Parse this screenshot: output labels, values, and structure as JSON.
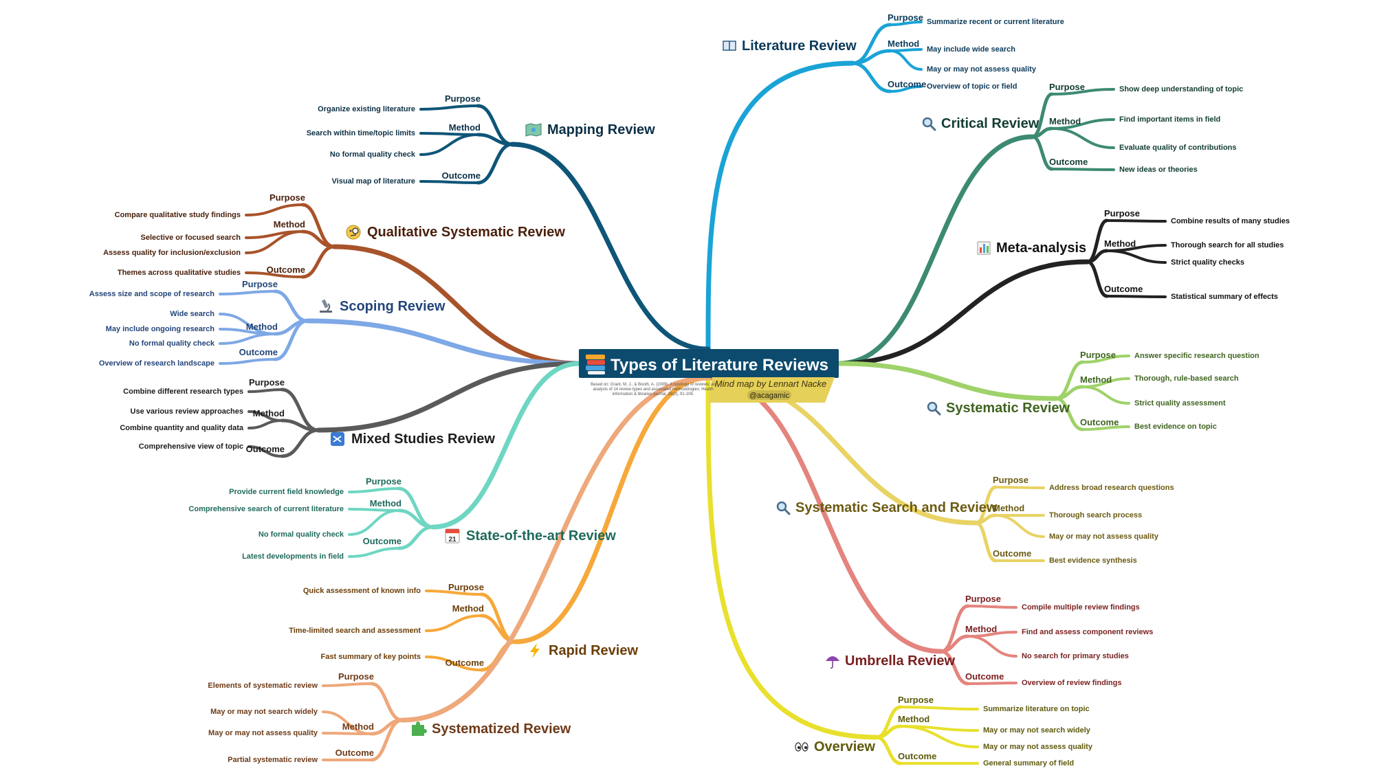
{
  "central": {
    "title": "Types of Literature Reviews",
    "icon": "books-icon",
    "credit": "Mind map by Lennart Nacke",
    "handle": "@acagamic",
    "citation": [
      "Based on: Grant, M. J., & Booth, A. (2009). A typology of reviews: an",
      "analysis of 14 review types and associated methodologies. Health",
      "information & libraries journal, 26(2), 91-108."
    ]
  },
  "colors": {
    "central_bg": "#0c4a6e",
    "credit_bg": "#e5d05a"
  },
  "branches": [
    {
      "name": "Literature Review",
      "icon": "book-icon",
      "color": "#1aa3d6",
      "text_color": "#0b3a5a",
      "groups": [
        {
          "label": "Purpose",
          "leaves": [
            "Summarize recent or current literature"
          ]
        },
        {
          "label": "Method",
          "leaves": [
            "May include wide search",
            "May or may not assess quality"
          ]
        },
        {
          "label": "Outcome",
          "leaves": [
            "Overview of topic or field"
          ]
        }
      ]
    },
    {
      "name": "Critical Review",
      "icon": "magnifier-icon",
      "color": "#3d8a73",
      "text_color": "#123d33",
      "groups": [
        {
          "label": "Purpose",
          "leaves": [
            "Show deep understanding of topic"
          ]
        },
        {
          "label": "Method",
          "leaves": [
            "Find important items in field",
            "Evaluate quality of contributions"
          ]
        },
        {
          "label": "Outcome",
          "leaves": [
            "New ideas or theories"
          ]
        }
      ]
    },
    {
      "name": "Meta-analysis",
      "icon": "bar-chart-icon",
      "color": "#222222",
      "text_color": "#111111",
      "groups": [
        {
          "label": "Purpose",
          "leaves": [
            "Combine results of many studies"
          ]
        },
        {
          "label": "Method",
          "leaves": [
            "Thorough search for all studies",
            "Strict quality checks"
          ]
        },
        {
          "label": "Outcome",
          "leaves": [
            "Statistical summary of effects"
          ]
        }
      ]
    },
    {
      "name": "Systematic Review",
      "icon": "magnifier-icon",
      "color": "#9fd26a",
      "text_color": "#3f6420",
      "groups": [
        {
          "label": "Purpose",
          "leaves": [
            "Answer specific research question"
          ]
        },
        {
          "label": "Method",
          "leaves": [
            "Thorough, rule-based search",
            "Strict quality assessment"
          ]
        },
        {
          "label": "Outcome",
          "leaves": [
            "Best evidence on topic"
          ]
        }
      ]
    },
    {
      "name": "Systematic Search and Review",
      "icon": "magnifier-icon",
      "color": "#e8d364",
      "text_color": "#6b5a12",
      "groups": [
        {
          "label": "Purpose",
          "leaves": [
            "Address broad research questions"
          ]
        },
        {
          "label": "Method",
          "leaves": [
            "Thorough search process",
            "May or may not assess quality"
          ]
        },
        {
          "label": "Outcome",
          "leaves": [
            "Best evidence synthesis"
          ]
        }
      ]
    },
    {
      "name": "Umbrella Review",
      "icon": "umbrella-icon",
      "color": "#e4847e",
      "text_color": "#7a1f1f",
      "groups": [
        {
          "label": "Purpose",
          "leaves": [
            "Compile multiple review findings"
          ]
        },
        {
          "label": "Method",
          "leaves": [
            "Find and assess component reviews",
            "No search for primary studies"
          ]
        },
        {
          "label": "Outcome",
          "leaves": [
            "Overview of review findings"
          ]
        }
      ]
    },
    {
      "name": "Overview",
      "icon": "eyes-icon",
      "color": "#e8e02c",
      "text_color": "#5e5a0c",
      "groups": [
        {
          "label": "Purpose",
          "leaves": [
            "Summarize literature on topic"
          ]
        },
        {
          "label": "Method",
          "leaves": [
            "May or may not search widely",
            "May or may not assess quality"
          ]
        },
        {
          "label": "Outcome",
          "leaves": [
            "General summary of field"
          ]
        }
      ]
    },
    {
      "name": "Mapping Review",
      "icon": "map-icon",
      "color": "#0e5578",
      "text_color": "#0b2f45",
      "groups": [
        {
          "label": "Purpose",
          "leaves": [
            "Organize existing literature"
          ]
        },
        {
          "label": "Method",
          "leaves": [
            "Search within time/topic limits",
            "No formal quality check"
          ]
        },
        {
          "label": "Outcome",
          "leaves": [
            "Visual map of literature"
          ]
        }
      ]
    },
    {
      "name": "Qualitative Systematic Review",
      "icon": "monocle-face-icon",
      "color": "#a8532a",
      "text_color": "#4a200c",
      "groups": [
        {
          "label": "Purpose",
          "leaves": [
            "Compare qualitative study findings"
          ]
        },
        {
          "label": "Method",
          "leaves": [
            "Selective or focused search",
            "Assess quality for inclusion/exclusion"
          ]
        },
        {
          "label": "Outcome",
          "leaves": [
            "Themes across qualitative studies"
          ]
        }
      ]
    },
    {
      "name": "Scoping Review",
      "icon": "microscope-icon",
      "color": "#7ea8e6",
      "text_color": "#23457a",
      "groups": [
        {
          "label": "Purpose",
          "leaves": [
            "Assess size and scope of research"
          ]
        },
        {
          "label": "Method",
          "leaves": [
            "Wide search",
            "May include ongoing research",
            "No formal quality check"
          ]
        },
        {
          "label": "Outcome",
          "leaves": [
            "Overview of research landscape"
          ]
        }
      ]
    },
    {
      "name": "Mixed Studies Review",
      "icon": "shuffle-icon",
      "color": "#5a5a5a",
      "text_color": "#1c1c1c",
      "groups": [
        {
          "label": "Purpose",
          "leaves": [
            "Combine different research types"
          ]
        },
        {
          "label": "Method",
          "leaves": [
            "Use various review approaches",
            "Combine quantity and quality data"
          ]
        },
        {
          "label": "Outcome",
          "leaves": [
            "Comprehensive view of topic"
          ]
        }
      ]
    },
    {
      "name": "State-of-the-art Review",
      "icon": "calendar-icon",
      "color": "#6ed6c2",
      "text_color": "#1f6a5c",
      "groups": [
        {
          "label": "Purpose",
          "leaves": [
            "Provide current field knowledge"
          ]
        },
        {
          "label": "Method",
          "leaves": [
            "Comprehensive search of current literature",
            "No formal quality check"
          ]
        },
        {
          "label": "Outcome",
          "leaves": [
            "Latest developments in field"
          ]
        }
      ]
    },
    {
      "name": "Rapid Review",
      "icon": "lightning-icon",
      "color": "#f6a83a",
      "text_color": "#6b3e08",
      "groups": [
        {
          "label": "Purpose",
          "leaves": [
            "Quick assessment of known info"
          ]
        },
        {
          "label": "Method",
          "leaves": [
            "Time-limited search and assessment"
          ]
        },
        {
          "label": "Outcome",
          "leaves": [
            "Fast summary of key points"
          ]
        }
      ]
    },
    {
      "name": "Systematized Review",
      "icon": "puzzle-icon",
      "color": "#eea87a",
      "text_color": "#6e3a18",
      "groups": [
        {
          "label": "Purpose",
          "leaves": [
            "Elements of systematic review"
          ]
        },
        {
          "label": "Method",
          "leaves": [
            "May or may not search widely",
            "May or may not assess quality"
          ]
        },
        {
          "label": "Outcome",
          "leaves": [
            "Partial systematic review"
          ]
        }
      ]
    }
  ]
}
